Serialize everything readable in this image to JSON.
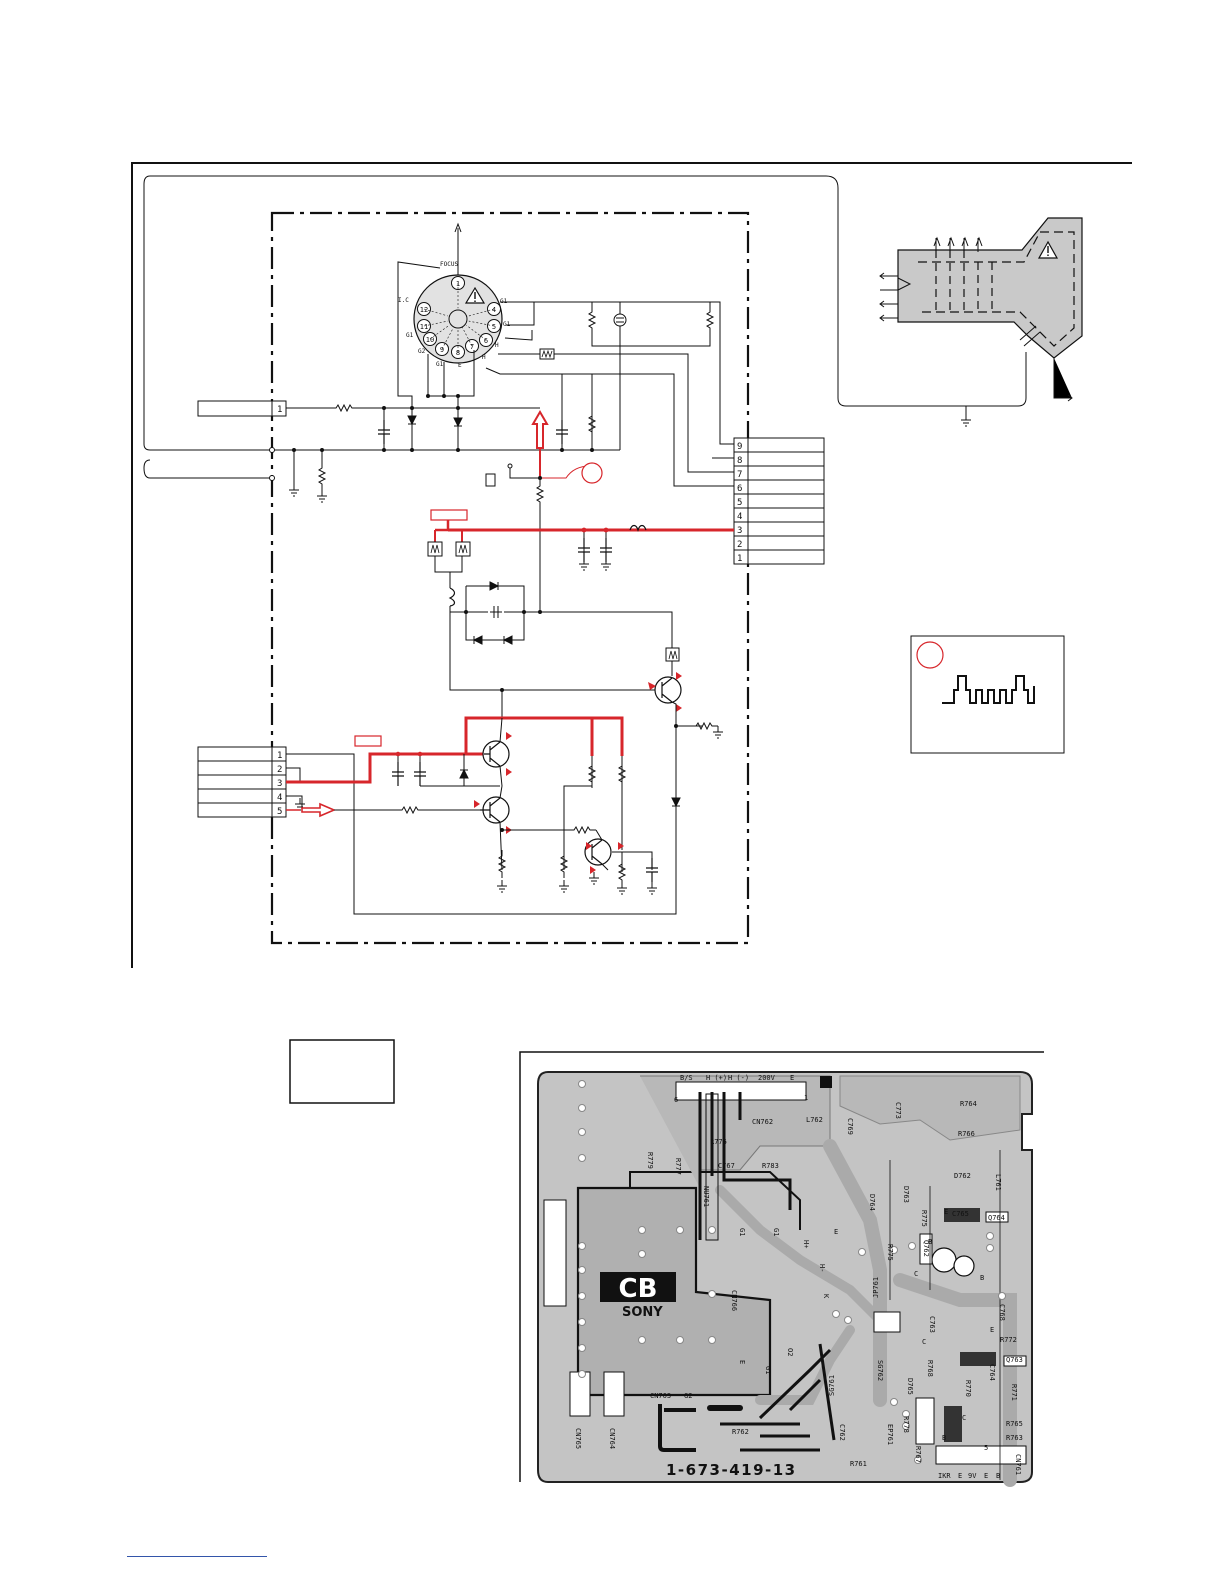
{
  "colors": {
    "ink": "#111111",
    "highlight": "#d7262b",
    "pcb_fill": "#c8c8c8",
    "pcb_copper": "#a8a8a8",
    "pcb_board": "#e6e6e6"
  },
  "schematic": {
    "crt_socket": {
      "pins": [
        "1",
        "2",
        "3",
        "4",
        "5",
        "6",
        "7",
        "8",
        "9",
        "10",
        "11",
        "12"
      ],
      "pin_labels": {
        "focus": "FOCUS",
        "g1_top": "G1",
        "g1_right": "G1",
        "g1_left": "G1",
        "g1_bottom": "G1",
        "ic": "I.C",
        "g2": "G2",
        "h_right": "H",
        "h_bottom": "H",
        "e": "E"
      },
      "warning_icon": "warning-triangle-icon"
    },
    "connector_right": {
      "pins": [
        "9",
        "8",
        "7",
        "6",
        "5",
        "4",
        "3",
        "2",
        "1"
      ]
    },
    "connector_top_left": {
      "pins": [
        "1"
      ]
    },
    "connector_bottom_left": {
      "pins": [
        "1",
        "2",
        "3",
        "4",
        "5"
      ]
    },
    "waveform_marker": "",
    "crt_warning_icon": "warning-triangle-icon"
  },
  "pcb": {
    "board_number": "1-673-419-13",
    "brand_badge": "CB",
    "brand_name": "SONY",
    "top_connector_labels": [
      "B/S",
      "H (+)",
      "H (-)",
      "200V",
      "E"
    ],
    "bottom_connector_labels": [
      "IKR",
      "E",
      "9V",
      "E",
      "B"
    ],
    "pin_6": "6",
    "pin_1": "1",
    "pin_5": "5",
    "components": {
      "cn762": "CN762",
      "l762": "L762",
      "c769": "C769",
      "c773": "C773",
      "r764": "R764",
      "r766": "R766",
      "r776": "R776",
      "r779": "R779",
      "r777": "R777",
      "c767": "C767",
      "r783": "R783",
      "d762": "D762",
      "l761": "L761",
      "d763": "D763",
      "d764": "D764",
      "r775a": "R775",
      "c765": "C765",
      "q764": "Q764",
      "r775b": "R775",
      "q762": "Q762",
      "nu761": "NU761",
      "cn766": "CN766",
      "jp761": "JP761",
      "c763": "C763",
      "c768": "C768",
      "r772": "R772",
      "q763": "Q763",
      "sg762": "SG762",
      "r768": "R768",
      "d765": "D765",
      "r770": "R770",
      "r771": "R771",
      "c764": "C764",
      "sg761": "SG761",
      "ep761": "EP761",
      "r778": "R778",
      "r765": "R765",
      "r763": "R763",
      "r767": "R767",
      "cn763": "CN763",
      "g2": "G2",
      "cn765": "CN765",
      "cn764": "CN764",
      "r762": "R762",
      "c762": "C762",
      "r761": "R761",
      "cn761": "CN761",
      "g1a": "G1",
      "g1b": "G1",
      "g1c": "G1",
      "hplus": "H+",
      "hminus": "H-",
      "k": "K",
      "e1": "E",
      "e2": "E",
      "o2": "O2",
      "b1": "B",
      "c1": "C",
      "e3": "E",
      "b2": "B",
      "c2": "C",
      "e4": "E",
      "b3": "B",
      "c3": "C"
    }
  }
}
